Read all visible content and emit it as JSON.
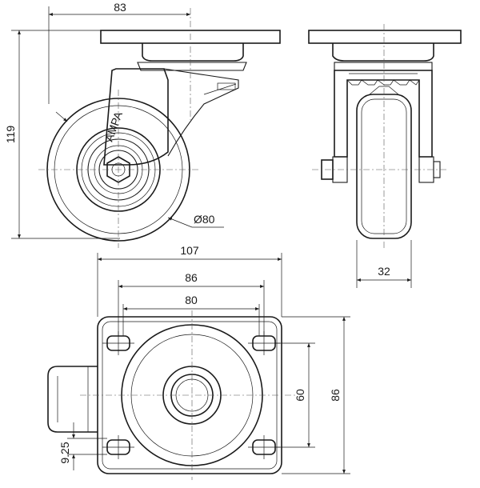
{
  "dimensions": {
    "side_offset": "83",
    "height": "119",
    "wheel_diameter": "Ø80",
    "wheel_width": "32",
    "plate_width": "107",
    "hole_spacing_outer": "86",
    "hole_spacing_inner": "80",
    "hole_spacing_vertical": "60",
    "plate_height": "86",
    "small_offset": "9.25"
  },
  "logo_text": "AMPA"
}
